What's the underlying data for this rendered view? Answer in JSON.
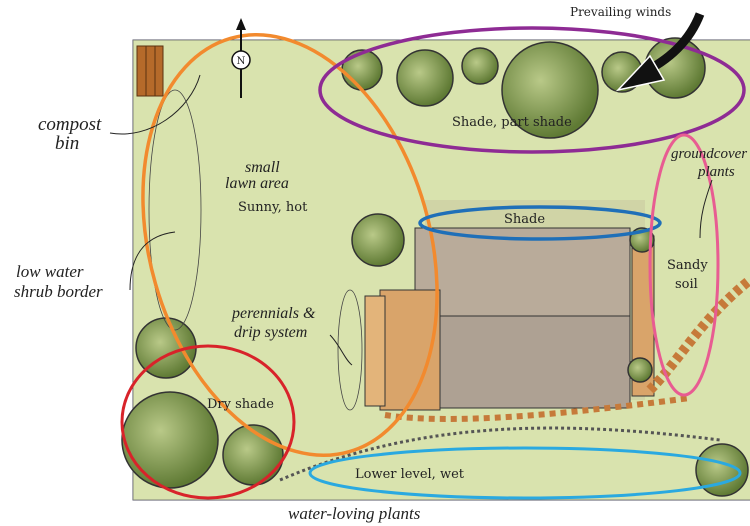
{
  "labels": {
    "prevailing_winds": "Prevailing winds",
    "shade_part_shade": "Shade, part shade",
    "shade": "Shade",
    "sandy": "Sandy",
    "soil": "soil",
    "sunny_hot": "Sunny, hot",
    "dry_shade": "Dry shade",
    "lower_level_wet": "Lower level, wet"
  },
  "notes": {
    "compost_1": "compost",
    "compost_2": "bin",
    "lawn_1": "small",
    "lawn_2": "lawn area",
    "shrub_1": "low water",
    "shrub_2": "shrub border",
    "perennials_1": "perennials &",
    "perennials_2": "drip system",
    "groundcover_1": "groundcover",
    "groundcover_2": "plants",
    "water_loving": "water-loving plants"
  },
  "compass": {
    "letter": "N"
  },
  "zone_colors": {
    "sunny": "#f28a2e",
    "winds_shade": "#8e2b94",
    "shade": "#1f6fb8",
    "sandy": "#e85c92",
    "dry_shade": "#d8232a",
    "wet": "#2aa9e0"
  }
}
